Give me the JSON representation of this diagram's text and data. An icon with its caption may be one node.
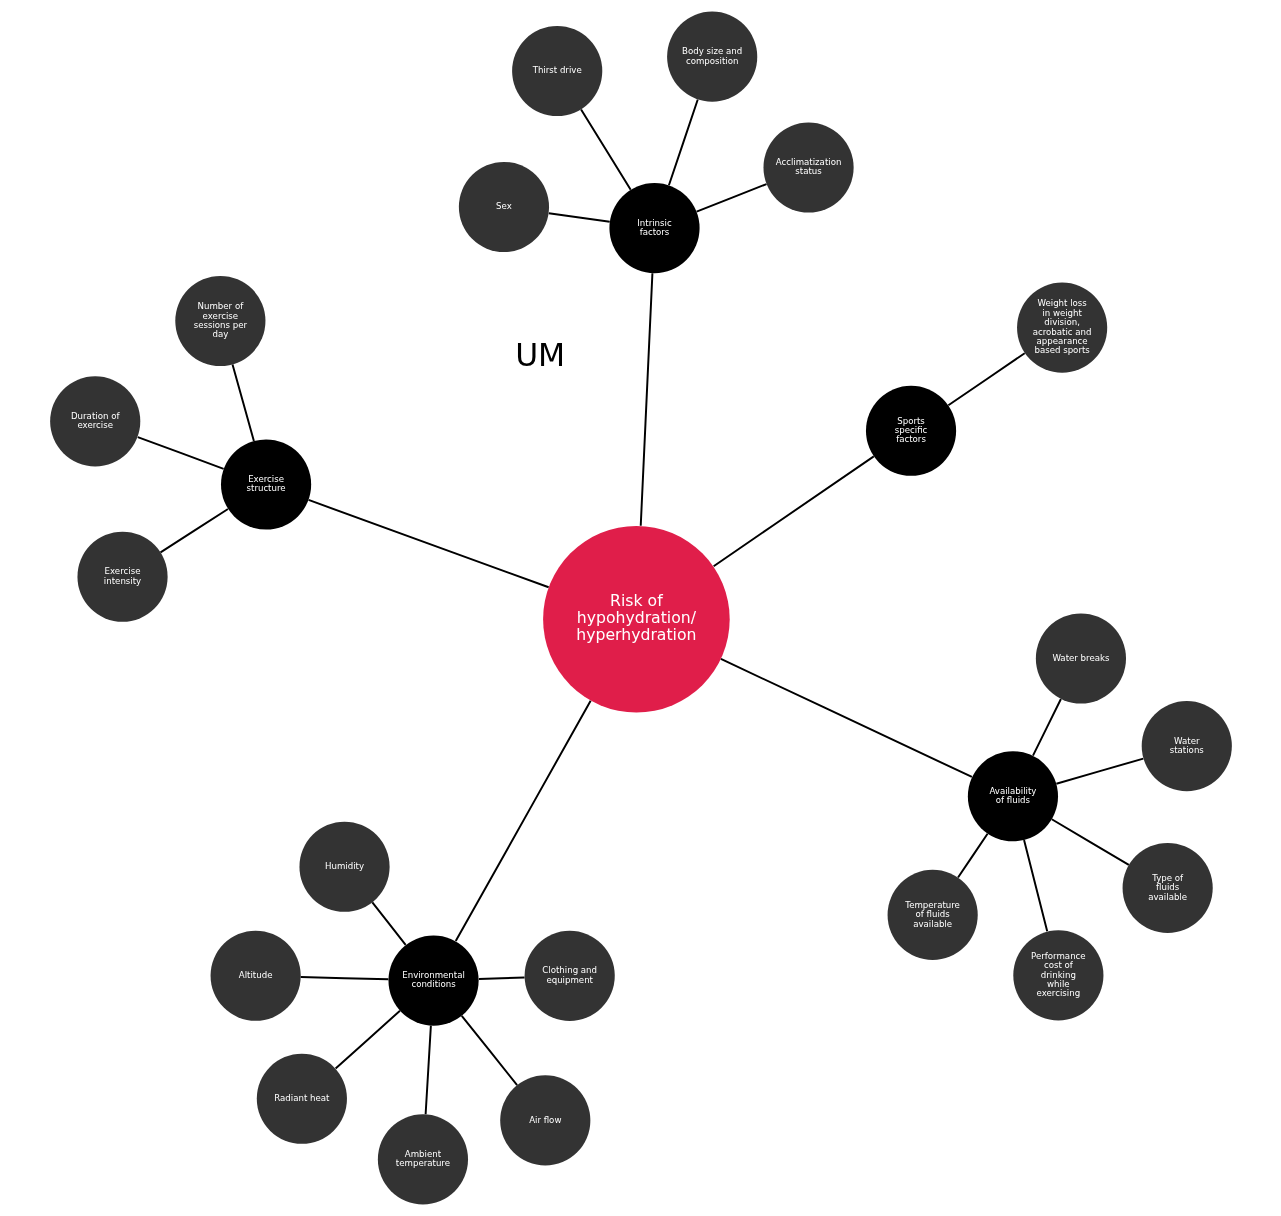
{
  "diagram": {
    "nodes": [
      {
        "text": [
          "Risk of hypohydration/ hyperhydration"
        ]
      },
      {
        "text": [
          "Environmental conditions"
        ]
      },
      {
        "text": [
          "Ambient temperature"
        ]
      },
      {
        "text": [
          "Humidity"
        ]
      },
      {
        "text": [
          "Clothing and equipment"
        ]
      },
      {
        "text": [
          "Altitude"
        ]
      },
      {
        "text": [
          "Radiant heat"
        ]
      },
      {
        "text": [
          "Air flow"
        ]
      },
      {
        "text": [
          "Availability of fluids"
        ]
      },
      {
        "text": [
          "Type of fluids available"
        ]
      },
      {
        "text": [
          "Performance cost of drinking while exercising"
        ]
      },
      {
        "text": [
          "Temperature of fluids available"
        ]
      },
      {
        "text": [
          "Water stations"
        ]
      },
      {
        "text": [
          "Water breaks"
        ]
      },
      {
        "text": [
          "Sports specific factors"
        ]
      },
      {
        "text": [
          "Weight loss in weight division, acrobatic and appearance based sports"
        ]
      },
      {
        "text": [
          "Exercise intensity"
        ]
      },
      {
        "text": [
          "Exercise structure"
        ]
      },
      {
        "text": [
          "Number of exercise sessions per day"
        ]
      },
      {
        "text": [
          "Duration of exercise"
        ]
      },
      {
        "text": [
          "Sex"
        ]
      },
      {
        "text": [
          "Thirst drive"
        ]
      },
      {
        "text": [
          "Intrinsic factors"
        ]
      },
      {
        "text": [
          "Acclimatization status"
        ]
      },
      {
        "text": [
          "Body size and composition"
        ]
      }
    ],
    "edges": [
      {
        "from": 0,
        "to": 1,
        "arrow": "none"
      },
      {
        "from": 1,
        "to": 2,
        "arrow": "none"
      },
      {
        "from": 1,
        "to": 3,
        "arrow": "none"
      },
      {
        "from": 1,
        "to": 4,
        "arrow": "none"
      },
      {
        "from": 1,
        "to": 5,
        "arrow": "none"
      },
      {
        "from": 1,
        "to": 6,
        "arrow": "none"
      },
      {
        "from": 1,
        "to": 7,
        "arrow": "none"
      },
      {
        "from": 0,
        "to": 8,
        "arrow": "none"
      },
      {
        "from": 8,
        "to": 9,
        "arrow": "none"
      },
      {
        "from": 8,
        "to": 10,
        "arrow": "none"
      },
      {
        "from": 8,
        "to": 11,
        "arrow": "none"
      },
      {
        "from": 8,
        "to": 12,
        "arrow": "none"
      },
      {
        "from": 8,
        "to": 13,
        "arrow": "none"
      },
      {
        "from": 0,
        "to": 14,
        "arrow": "none"
      },
      {
        "from": 14,
        "to": 15,
        "arrow": "none"
      },
      {
        "from": 0,
        "to": 17,
        "arrow": "none"
      },
      {
        "from": 17,
        "to": 16,
        "arrow": "none"
      },
      {
        "from": 17,
        "to": 18,
        "arrow": "none"
      },
      {
        "from": 17,
        "to": 19,
        "arrow": "none"
      },
      {
        "from": 0,
        "to": 22,
        "arrow": "none"
      },
      {
        "from": 22,
        "to": 20,
        "arrow": "none"
      },
      {
        "from": 22,
        "to": 21,
        "arrow": "none"
      },
      {
        "from": 22,
        "to": 23,
        "arrow": "none"
      },
      {
        "from": 22,
        "to": 24,
        "arrow": "none"
      }
    ],
    "labels": [
      "UM"
    ]
  }
}
